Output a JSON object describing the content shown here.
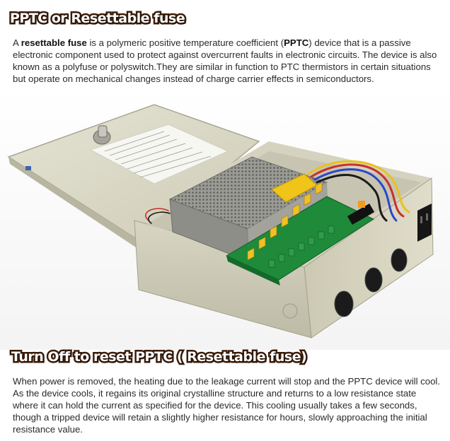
{
  "sections": {
    "top": {
      "heading": "PPTC or Resettable fuse",
      "para_a": "A ",
      "bold_term": "resettable fuse",
      "para_b": " is a polymeric positive temperature coefficient (",
      "bold_abbr": "PPTC",
      "para_c": ") device that is a passive electronic component used to protect against overcurrent faults in electronic circuits. The device is also known as a polyfuse or polyswitch.They are similar in function to PTC thermistors in certain situations but operate on mechanical changes instead of charge carrier effects in semiconductors."
    },
    "bottom": {
      "heading": "Turn Off to reset PPTC ( Resettable fuse)",
      "paragraph": "When power is removed, the heating due to the leakage current will stop and the PPTC device will cool. As the device cools, it regains its original crystalline structure and returns to a low resistance state where it can hold the current as specified for the device. This cooling usually takes a few seconds, though a tripped device will retain a slightly higher resistance for hours, slowly approaching the initial resistance value."
    }
  },
  "colors": {
    "heading_fill": "#ffffff",
    "heading_outline": "#3a1c0a",
    "body_text": "#2a2a2a",
    "enclosure": "#d9d7c4",
    "pcb": "#1f8a3a"
  },
  "photo": {
    "subject": "power-distribution-box"
  }
}
